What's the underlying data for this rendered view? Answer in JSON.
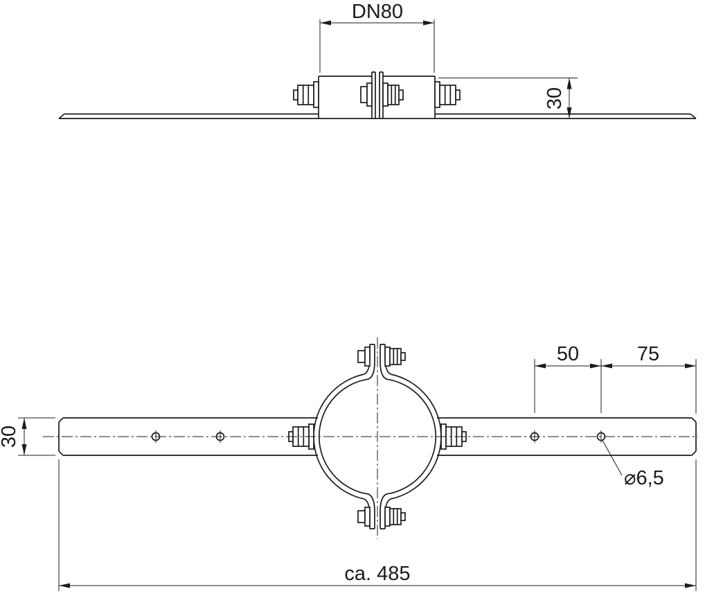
{
  "drawing": {
    "kind": "technical-dimension-drawing",
    "line_color": "#1b1b1b",
    "background_color": "#ffffff",
    "side_view": {
      "dim_nominal_diameter": "DN80",
      "dim_clamp_height": "30"
    },
    "plan_view": {
      "dim_hole_spacing": "50",
      "dim_hole_edge_distance": "75",
      "dim_strap_width": "30",
      "dim_hole_diameter": "⌀6,5",
      "dim_overall_length": "ca. 485"
    }
  }
}
